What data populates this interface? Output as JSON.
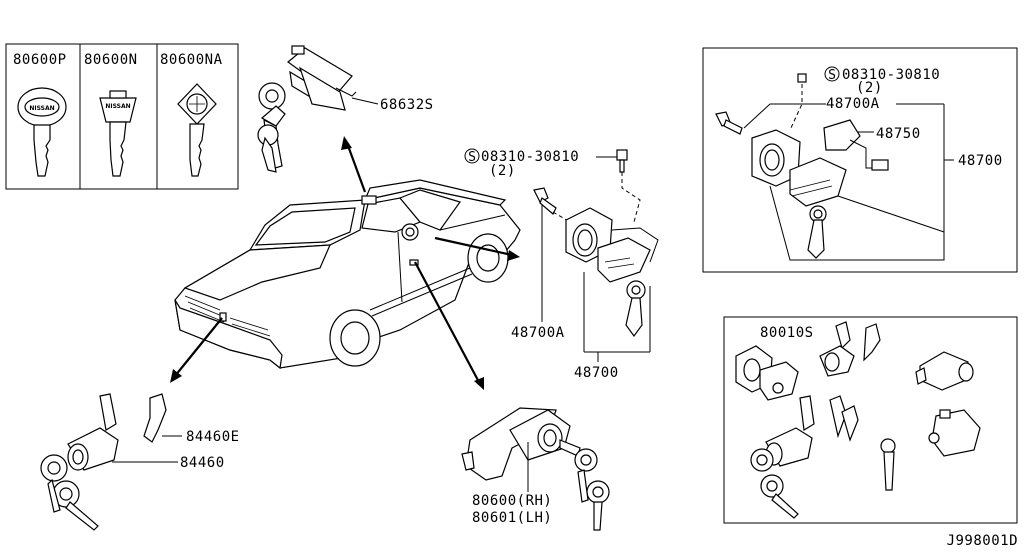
{
  "key_box": {
    "keys": [
      {
        "part_no": "80600P",
        "badge": "NISSAN"
      },
      {
        "part_no": "80600N",
        "badge": "NISSAN"
      },
      {
        "part_no": "80600NA",
        "badge": ""
      }
    ]
  },
  "callouts": {
    "trunk_lock": "68632S",
    "screw_center": "08310-30810",
    "screw_center_qty": "(2)",
    "screw_symbol": "S",
    "ignition_center_a": "48700A",
    "ignition_center": "48700",
    "glove_lock_clip": "84460E",
    "glove_lock": "84460",
    "door_lock_rh": "80600(RH)",
    "door_lock_lh": "80601(LH)"
  },
  "ignition_box": {
    "screw": "08310-30810",
    "screw_qty": "(2)",
    "screw_symbol": "S",
    "part_a": "48700A",
    "part_b": "48750",
    "assembly": "48700"
  },
  "set_box": {
    "part_no": "80010S"
  },
  "diagram_id": "J998001D"
}
